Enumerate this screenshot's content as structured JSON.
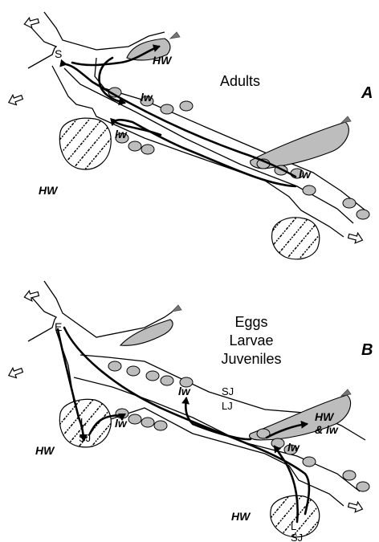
{
  "panels": [
    {
      "letter": "A",
      "stage_lines": [
        "Adults"
      ],
      "stage_labels": [
        "HW",
        "lw",
        "lw",
        "lw",
        "HW"
      ],
      "site_labels": [
        "S"
      ]
    },
    {
      "letter": "B",
      "stage_lines": [
        "Eggs",
        "Larvae",
        "Juveniles"
      ],
      "stage_labels": [
        "lw",
        "lw",
        "HW",
        "& lw",
        "lw",
        "HW",
        "HW"
      ],
      "site_labels": [
        "E",
        "L",
        "SJ",
        "SJ",
        "LJ",
        "L",
        "SJ"
      ]
    }
  ],
  "colors": {
    "winter_habitat": "#bdbdbd",
    "pools": "#bdbdbd",
    "migration_path": "#000000",
    "flow_arrow_fill": "#ffffff",
    "inflow_arrow_fill": "#777777"
  },
  "icons": {
    "flow_direction": "open-arrow-icon",
    "tributary_inflow": "filled-arrow-icon",
    "spawning_area_pattern": "hatch-pattern"
  }
}
